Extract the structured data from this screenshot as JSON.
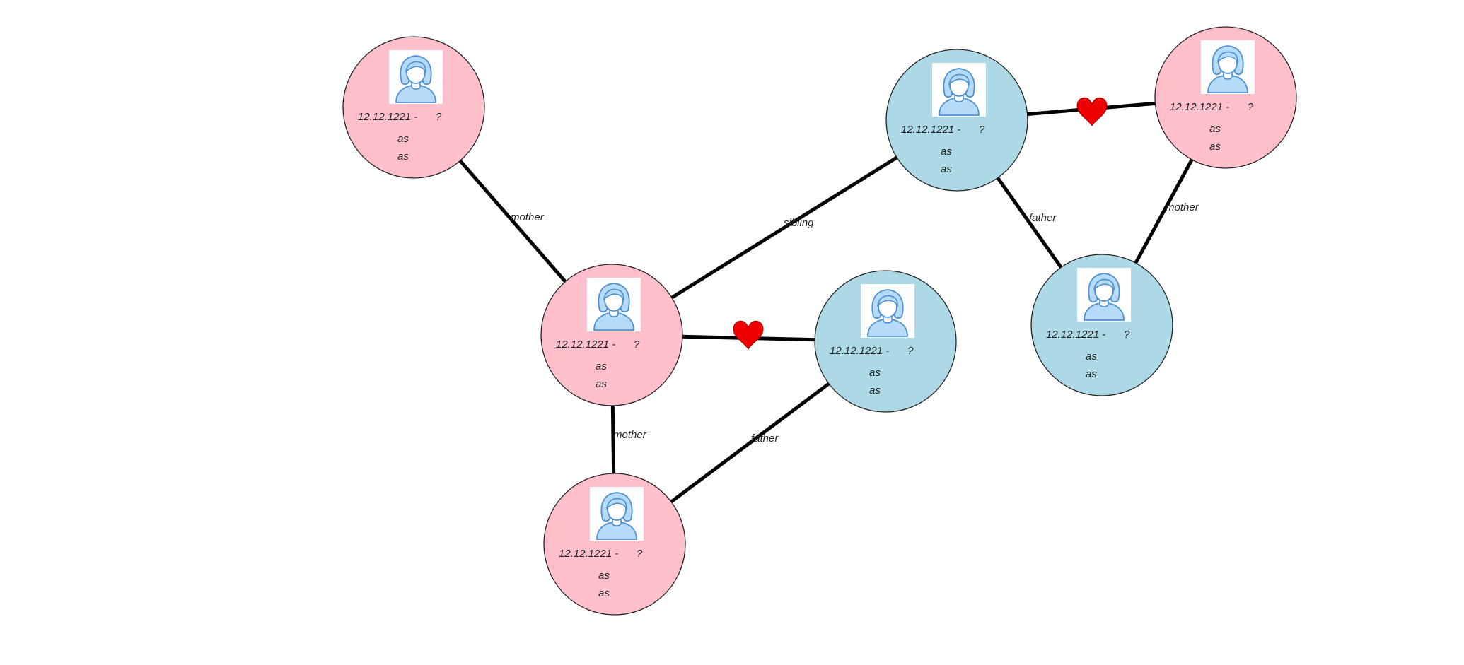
{
  "colors": {
    "female_fill": "#ffc0cb",
    "male_fill": "#add8e6",
    "edge": "#000000",
    "heart": "#ee0000",
    "avatar_outline": "#4d90d6",
    "avatar_fill": "#b5dbf8"
  },
  "nodes": [
    {
      "id": "n1",
      "gender": "female",
      "dates": "12.12.1221 -",
      "end": "?",
      "line1": "as",
      "line2": "as",
      "avatar_icon": "female-avatar-icon"
    },
    {
      "id": "n2",
      "gender": "male",
      "dates": "12.12.1221 -",
      "end": "?",
      "line1": "as",
      "line2": "as",
      "avatar_icon": "female-avatar-icon"
    },
    {
      "id": "n3",
      "gender": "female",
      "dates": "12.12.1221 -",
      "end": "?",
      "line1": "as",
      "line2": "as",
      "avatar_icon": "female-avatar-icon"
    },
    {
      "id": "n4",
      "gender": "female",
      "dates": "12.12.1221 -",
      "end": "?",
      "line1": "as",
      "line2": "as",
      "avatar_icon": "female-avatar-icon"
    },
    {
      "id": "n5",
      "gender": "male",
      "dates": "12.12.1221 -",
      "end": "?",
      "line1": "as",
      "line2": "as",
      "avatar_icon": "female-avatar-icon"
    },
    {
      "id": "n6",
      "gender": "male",
      "dates": "12.12.1221 -",
      "end": "?",
      "line1": "as",
      "line2": "as",
      "avatar_icon": "female-avatar-icon"
    },
    {
      "id": "n7",
      "gender": "female",
      "dates": "12.12.1221 -",
      "end": "?",
      "line1": "as",
      "line2": "as",
      "avatar_icon": "female-avatar-icon"
    }
  ],
  "edges": [
    {
      "from": "n1",
      "to": "n4",
      "label": "mother",
      "kind": "parent"
    },
    {
      "from": "n4",
      "to": "n2",
      "label": "sibling",
      "kind": "sibling"
    },
    {
      "from": "n2",
      "to": "n3",
      "label": "",
      "kind": "spouse",
      "icon": "heart-icon"
    },
    {
      "from": "n2",
      "to": "n6",
      "label": "father",
      "kind": "parent"
    },
    {
      "from": "n3",
      "to": "n6",
      "label": "mother",
      "kind": "parent"
    },
    {
      "from": "n4",
      "to": "n5",
      "label": "",
      "kind": "spouse",
      "icon": "heart-icon"
    },
    {
      "from": "n4",
      "to": "n7",
      "label": "mother",
      "kind": "parent"
    },
    {
      "from": "n5",
      "to": "n7",
      "label": "father",
      "kind": "parent"
    }
  ]
}
